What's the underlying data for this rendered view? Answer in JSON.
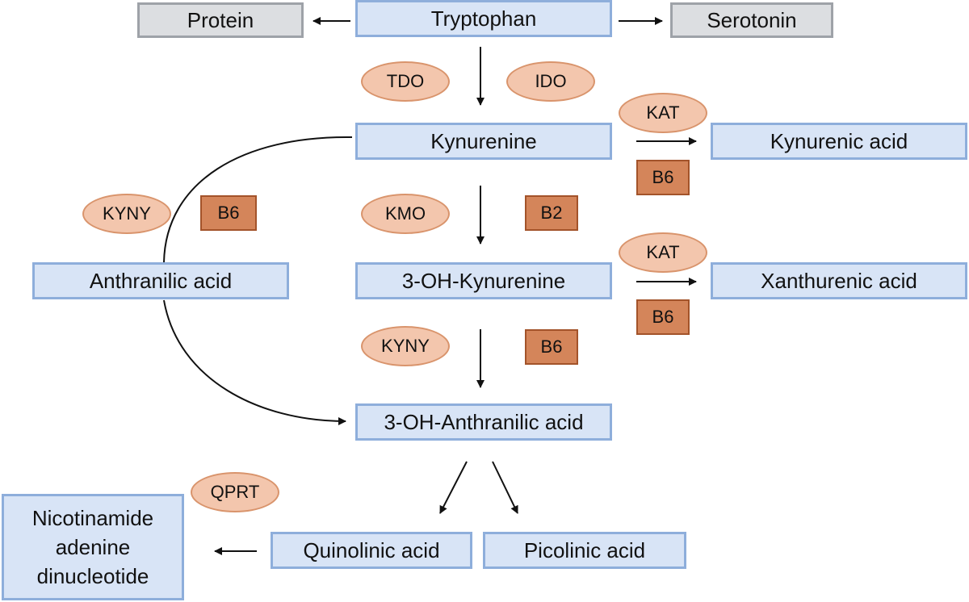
{
  "metabolites": {
    "protein": "Protein",
    "tryptophan": "Tryptophan",
    "serotonin": "Serotonin",
    "kynurenine": "Kynurenine",
    "kynurenic_acid": "Kynurenic acid",
    "anthranilic_acid": "Anthranilic acid",
    "oh_kynurenine": "3-OH-Kynurenine",
    "xanthurenic_acid": "Xanthurenic acid",
    "oh_anthranilic_acid": "3-OH-Anthranilic acid",
    "nad_line1": "Nicotinamide",
    "nad_line2": "adenine",
    "nad_line3": "dinucleotide",
    "quinolinic_acid": "Quinolinic acid",
    "picolinic_acid": "Picolinic acid"
  },
  "enzymes": {
    "tdo": "TDO",
    "ido": "IDO",
    "kat_1": "KAT",
    "kat_2": "KAT",
    "kyny_anthranilic": "KYNY",
    "kmo": "KMO",
    "kyny_oh": "KYNY",
    "qprt": "QPRT"
  },
  "cofactors": {
    "b6_kat_1": "B6",
    "b6_kyny_left": "B6",
    "b2_kmo": "B2",
    "b6_kat_2": "B6",
    "b6_kyny_center": "B6"
  },
  "colors": {
    "metabolite_fill": "#d8e4f6",
    "metabolite_border": "#8eaedb",
    "external_fill": "#dcdee1",
    "external_border": "#9ea2a8",
    "enzyme_fill": "#f3c6ad",
    "cofactor_fill": "#d4855a",
    "arrow": "#111111"
  }
}
